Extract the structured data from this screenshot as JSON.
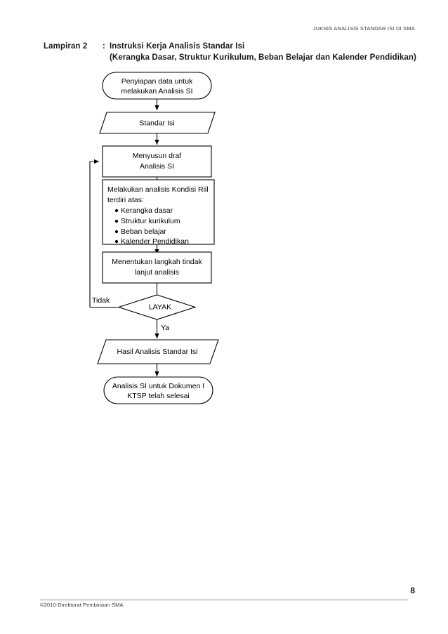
{
  "document": {
    "running_header": "JUKNIS ANALISIS STANDAR ISI DI SMA",
    "page_number": "8",
    "footer": "©2010-Direktorat Pembinaan SMA"
  },
  "title": {
    "label": "Lampiran 2",
    "colon": ":",
    "line1": "Instruksi Kerja Analisis Standar Isi",
    "line2": "(Kerangka Dasar, Struktur Kurikulum, Beban Belajar dan Kalender Pendidikan)"
  },
  "flowchart": {
    "nodes": {
      "start": {
        "shape": "terminator",
        "line1": "Penyiapan data untuk",
        "line2": "melakukan Analisis SI"
      },
      "input_standar_isi": {
        "shape": "data",
        "line1": "Standar Isi"
      },
      "menyusun_draf": {
        "shape": "process",
        "line1": "Menyusun draf",
        "line2": "Analisis SI"
      },
      "analisis_kondisi_riil": {
        "shape": "process",
        "line1": "Melakukan analisis Kondisi Riil",
        "line2": "terdiri atas:",
        "bullets": [
          "Kerangka dasar",
          "Struktur kurikulum",
          "Beban belajar",
          "Kalender Pendidikan"
        ]
      },
      "tindak_lanjut": {
        "shape": "process",
        "line1": "Menentukan langkah tindak",
        "line2": "lanjut analisis"
      },
      "decision_layak": {
        "shape": "decision",
        "line1": "LAYAK"
      },
      "hasil_analisis": {
        "shape": "data",
        "line1": "Hasil Analisis Standar Isi"
      },
      "end": {
        "shape": "terminator",
        "line1": "Analisis SI untuk Dokumen I",
        "line2": "KTSP telah selesai"
      }
    },
    "edge_labels": {
      "tidak": "Tidak",
      "ya": "Ya"
    },
    "colors": {
      "stroke": "#000000",
      "fill": "#ffffff",
      "text": "#000000"
    }
  }
}
